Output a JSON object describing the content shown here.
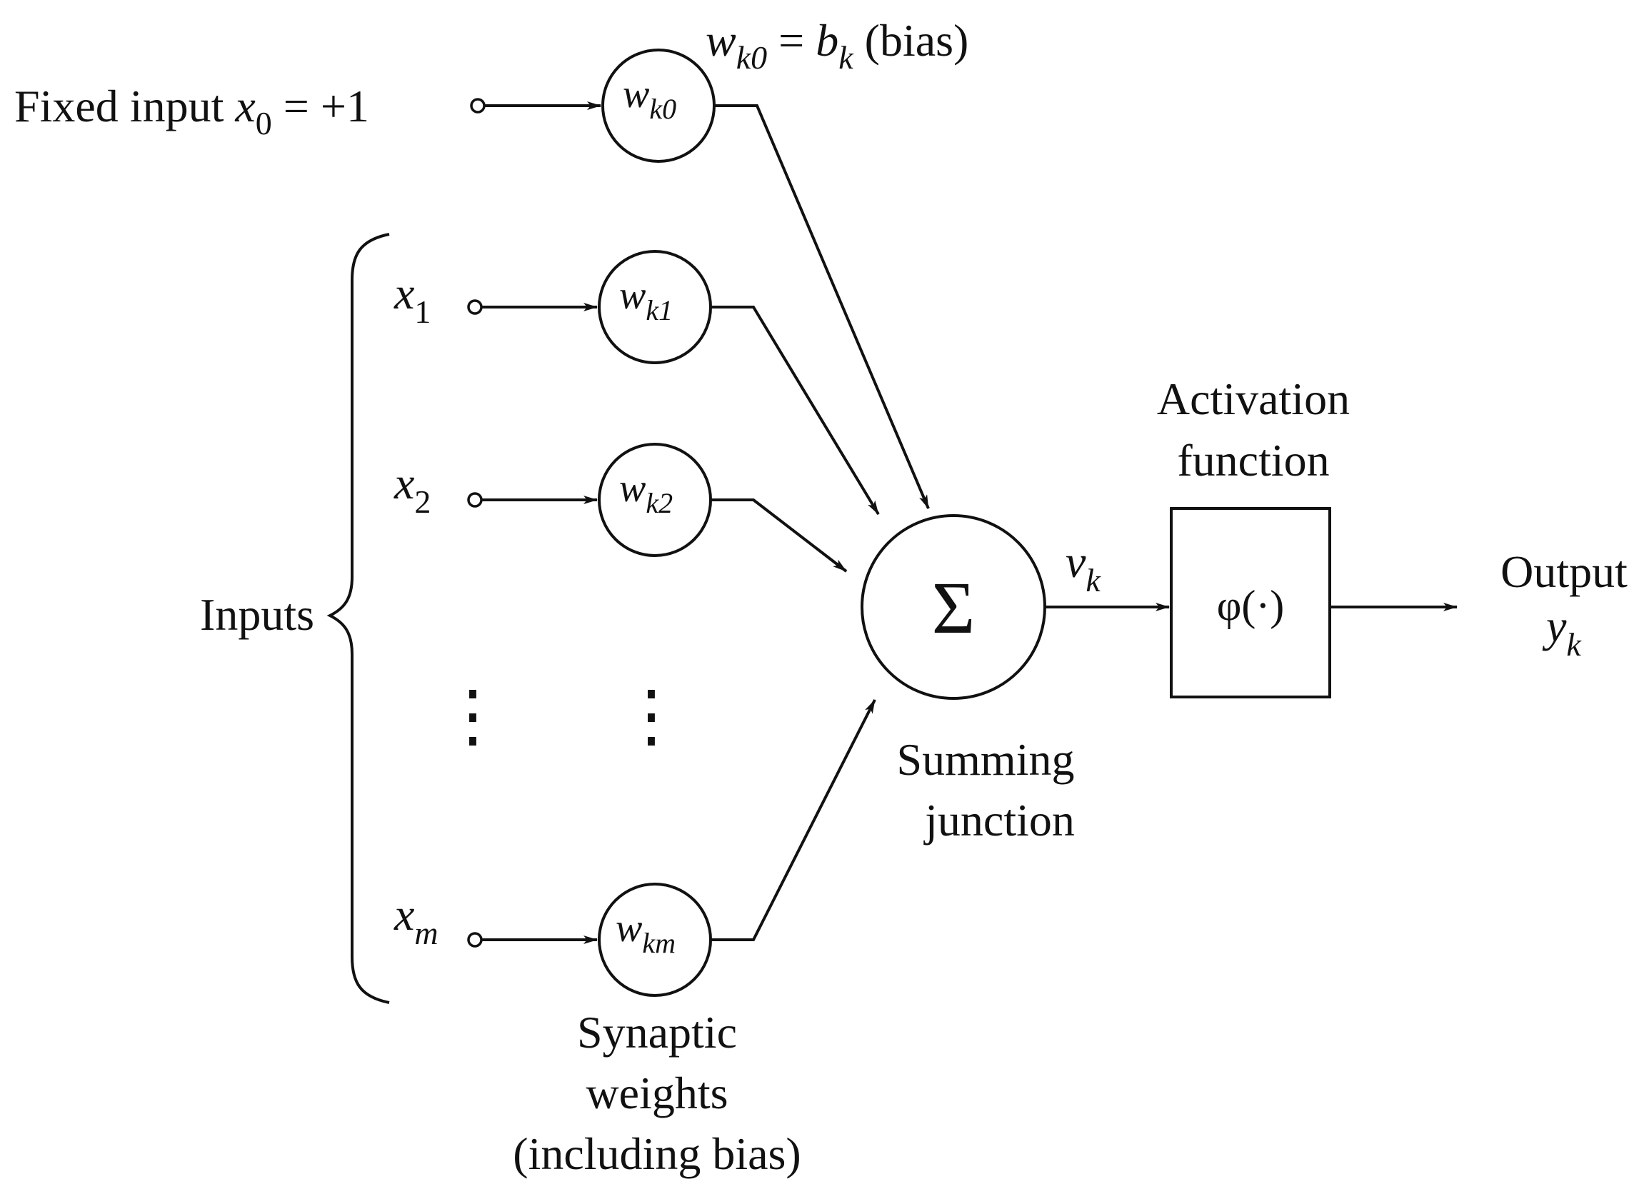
{
  "labels": {
    "fixed_input_prefix": "Fixed input ",
    "fixed_input_var": "x",
    "fixed_input_sub": "0",
    "fixed_input_rhs": " = +1",
    "bias_eq_w": "w",
    "bias_eq_w_sub": "k0",
    "bias_eq_mid": " = ",
    "bias_eq_b": "b",
    "bias_eq_b_sub": "k",
    "bias_eq_suffix": " (bias)",
    "inputs": "Inputs",
    "activation_line1": "Activation",
    "activation_line2": "function",
    "output_line1": "Output",
    "output_var": "y",
    "output_sub": "k",
    "summing_line1": "Summing",
    "summing_line2": "junction",
    "synaptic_line1": "Synaptic",
    "synaptic_line2": "weights",
    "synaptic_line3": "(including bias)",
    "sigma": "Σ",
    "phi": "φ(·)",
    "v_var": "v",
    "v_sub": "k"
  },
  "inputs": [
    {
      "var": "x",
      "sub": "1"
    },
    {
      "var": "x",
      "sub": "2"
    },
    {
      "var": "x",
      "sub": "m"
    }
  ],
  "weights": [
    {
      "var": "w",
      "sub": "k0"
    },
    {
      "var": "w",
      "sub": "k1"
    },
    {
      "var": "w",
      "sub": "k2"
    },
    {
      "var": "w",
      "sub": "km"
    }
  ],
  "ellipsis": "⋮"
}
